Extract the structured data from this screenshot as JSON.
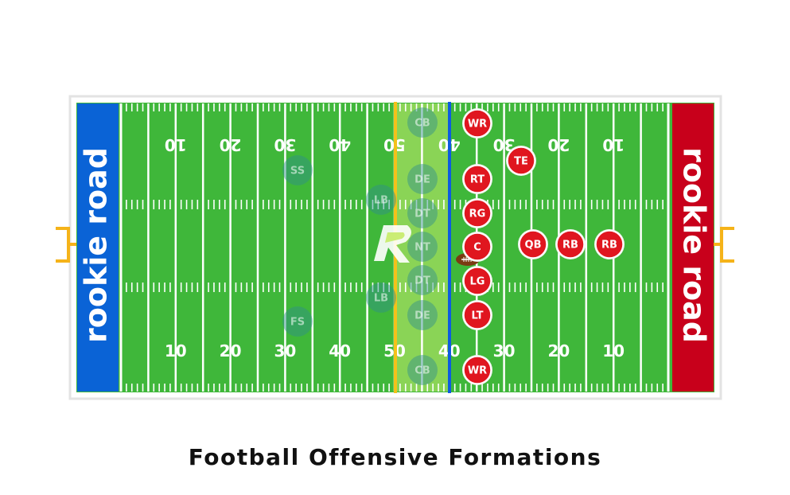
{
  "caption": "Football Offensive Formations",
  "brand": "rookie road",
  "colors": {
    "field": "#3fb73a",
    "line": "#ffffff",
    "left_endzone": "#0a63d6",
    "right_endzone": "#c8001b",
    "scrimmage_line": "#0c5be0",
    "first_down_line": "#f4c11a",
    "offense": "#e0161f",
    "defense": "#2f8f8d",
    "goalpost": "#f5b319",
    "zone_highlight": "#c8ec6e"
  },
  "yard_numbers": {
    "bottom": [
      "10",
      "20",
      "30",
      "40",
      "50",
      "40",
      "30",
      "20",
      "10"
    ],
    "top": [
      "10",
      "20",
      "30",
      "40",
      "50",
      "40",
      "30",
      "20",
      "10"
    ]
  },
  "offense": [
    {
      "label": "WR"
    },
    {
      "label": "TE"
    },
    {
      "label": "RT"
    },
    {
      "label": "RG"
    },
    {
      "label": "C"
    },
    {
      "label": "QB"
    },
    {
      "label": "RB"
    },
    {
      "label": "RB"
    },
    {
      "label": "LG"
    },
    {
      "label": "LT"
    },
    {
      "label": "WR"
    }
  ],
  "defense": [
    {
      "label": "CB"
    },
    {
      "label": "SS"
    },
    {
      "label": "DE"
    },
    {
      "label": "LB"
    },
    {
      "label": "DT"
    },
    {
      "label": "NT"
    },
    {
      "label": "DT"
    },
    {
      "label": "LB"
    },
    {
      "label": "DE"
    },
    {
      "label": "FS"
    },
    {
      "label": "CB"
    }
  ]
}
